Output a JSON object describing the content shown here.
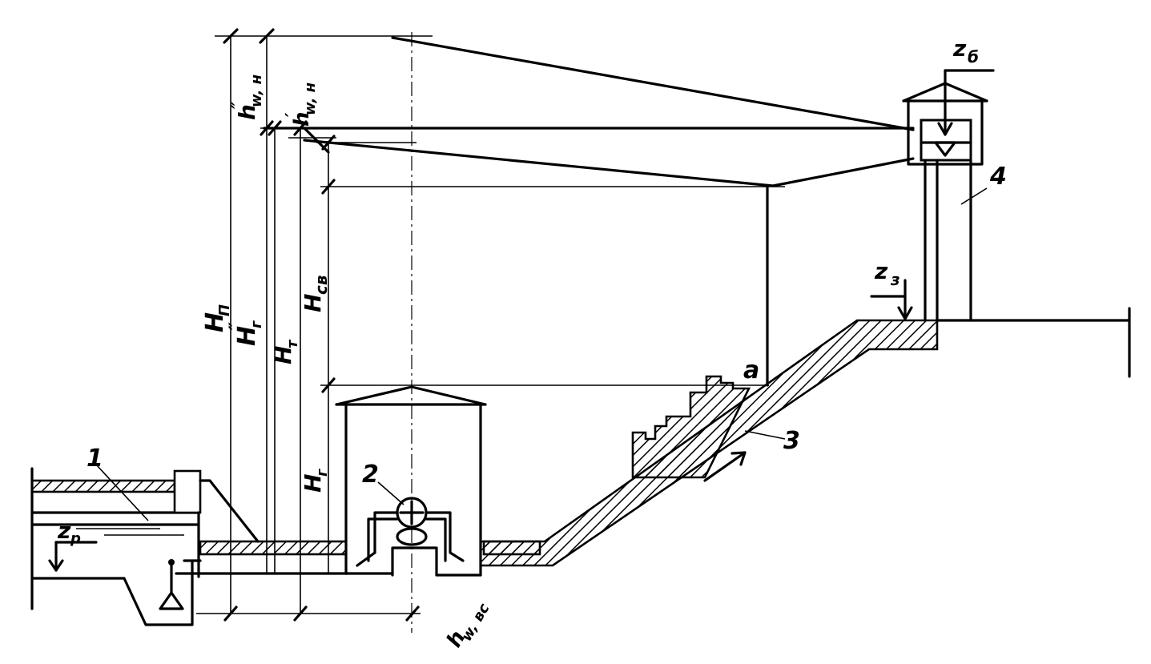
{
  "labels": {
    "H_P": "H",
    "H_P_sub": "П",
    "H_r2": "H",
    "H_r2_sub": "г",
    "H_r2_prime": "″",
    "H_t": "H",
    "H_t_sub": "т",
    "H_sv": "H",
    "H_sv_sub": "св",
    "H_r": "H",
    "H_r_sub": "г",
    "h_wn2": "h",
    "h_wn2_prime": "″",
    "h_wn2_sub": "w, н",
    "h_wn1": "h",
    "h_wn1_prime": "′",
    "h_wn1_sub": "w, н",
    "h_wvs": "h",
    "h_wvs_sub": "w, вс",
    "z_p": "z",
    "z_p_sub": "р",
    "z_b": "z",
    "z_b_sub": "б",
    "z_z": "z",
    "z_z_sub": "з",
    "point_a": "a",
    "n1": "1",
    "n2": "2",
    "n3": "3",
    "n4": "4"
  }
}
